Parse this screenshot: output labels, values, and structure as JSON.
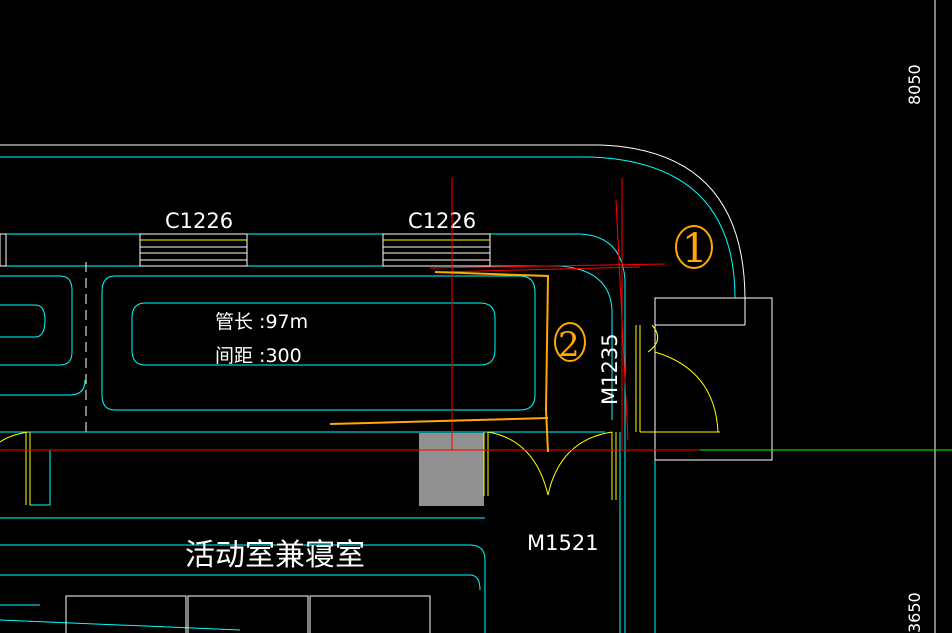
{
  "colors": {
    "background": "#000000",
    "wall": "#ffffff",
    "pipe": "#00ffff",
    "door": "#ffff00",
    "axis": "#ff0000",
    "grid": "#00ff00",
    "markup": "#ffaa00",
    "column": "#909090"
  },
  "labels": {
    "window_1": "C1226",
    "window_2": "C1226",
    "pipe_length": "管长 :97m",
    "pipe_spacing": "间距 :300",
    "door_m1235": "M1235",
    "door_m1521": "M1521",
    "room_name": "活动室兼寝室",
    "dim_top": "8050",
    "dim_bottom": "3650"
  },
  "annotations": {
    "marker_1": "1",
    "marker_2": "2"
  }
}
